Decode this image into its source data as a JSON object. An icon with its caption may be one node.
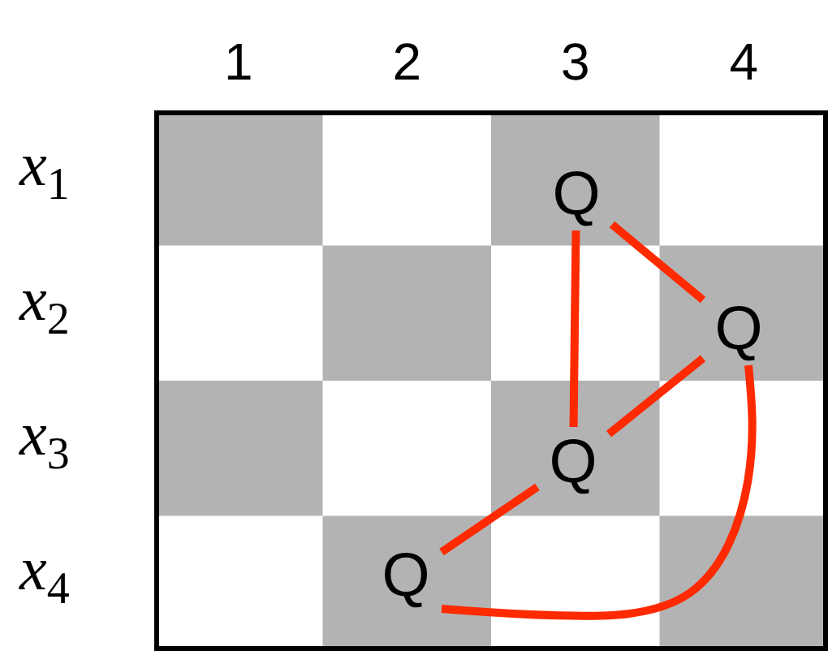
{
  "diagram": {
    "nodes": [
      {
        "text": [
          "Q"
        ]
      },
      {
        "text": [
          "Q"
        ]
      },
      {
        "text": [
          "Q"
        ]
      },
      {
        "text": [
          "Q"
        ]
      }
    ],
    "edges": [
      {
        "from": 0,
        "to": 1,
        "arrow": "none",
        "color": "#ff2a00"
      },
      {
        "from": 0,
        "to": 2,
        "arrow": "none",
        "color": "#ff2a00"
      },
      {
        "from": 1,
        "to": 2,
        "arrow": "none",
        "color": "#ff2a00"
      },
      {
        "from": 2,
        "to": 3,
        "arrow": "none",
        "color": "#ff2a00"
      },
      {
        "from": 1,
        "to": 3,
        "arrow": "none",
        "color": "#ff2a00"
      }
    ],
    "labels": [
      "1",
      "2",
      "3",
      "4",
      "*x*$_{1}$",
      "*x*$_{2}$",
      "*x*$_{3}$",
      "*x*$_{4}$"
    ]
  }
}
